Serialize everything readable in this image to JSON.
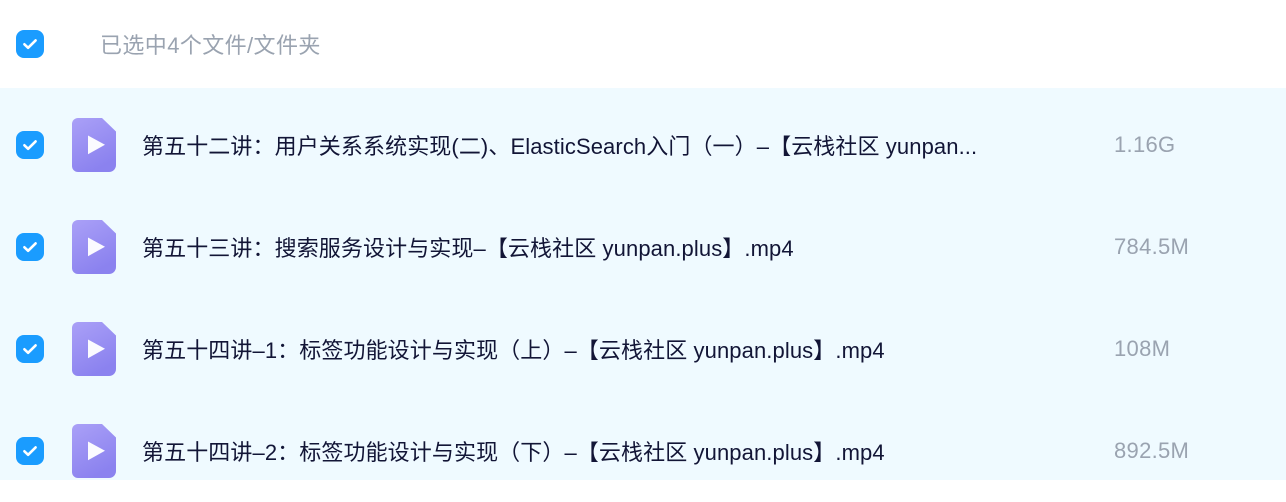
{
  "header": {
    "select_all_checked": true,
    "summary_label": "已选中4个文件/文件夹"
  },
  "colors": {
    "checkbox_blue": "#1a9cff",
    "file_icon_purple_top": "#a79bf5",
    "file_icon_purple_bottom": "#8f86f0",
    "row_background": "#effaff",
    "page_background": "#ffffff",
    "filename_text": "#121536",
    "muted_text": "#9aa3b0"
  },
  "files": [
    {
      "checked": true,
      "icon": "video-file-icon",
      "name": "第五十二讲：用户关系系统实现(二)、ElasticSearch入门（一）–【云栈社区 yunpan...",
      "size": "1.16G"
    },
    {
      "checked": true,
      "icon": "video-file-icon",
      "name": "第五十三讲：搜索服务设计与实现–【云栈社区 yunpan.plus】.mp4",
      "size": "784.5M"
    },
    {
      "checked": true,
      "icon": "video-file-icon",
      "name": "第五十四讲–1：标签功能设计与实现（上）–【云栈社区 yunpan.plus】.mp4",
      "size": "108M"
    },
    {
      "checked": true,
      "icon": "video-file-icon",
      "name": "第五十四讲–2：标签功能设计与实现（下）–【云栈社区 yunpan.plus】.mp4",
      "size": "892.5M"
    }
  ]
}
